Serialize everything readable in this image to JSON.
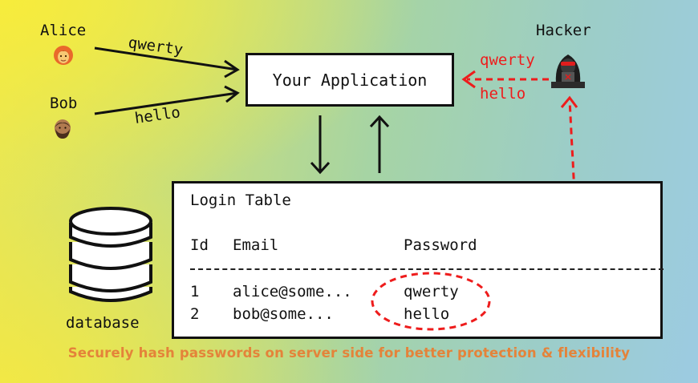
{
  "users": [
    {
      "name": "Alice",
      "password": "qwerty",
      "avatar_icon": "woman-face-icon"
    },
    {
      "name": "Bob",
      "password": "hello",
      "avatar_icon": "bearded-man-face-icon"
    }
  ],
  "hacker": {
    "name": "Hacker",
    "icon": "hooded-hacker-laptop-icon",
    "stolen_passwords": [
      "qwerty",
      "hello"
    ]
  },
  "application": {
    "label": "Your Application"
  },
  "login_table": {
    "title": "Login Table",
    "columns": [
      "Id",
      "Email",
      "Password"
    ],
    "divider": "------------------------------------------------",
    "rows": [
      {
        "id": "1",
        "email": "alice@some...",
        "password": "qwerty"
      },
      {
        "id": "2",
        "email": "bob@some...",
        "password": "hello"
      }
    ]
  },
  "database": {
    "label": "database",
    "icon": "database-cylinder-icon"
  },
  "footer": "Securely hash passwords on server side for better protection & flexibility",
  "colors": {
    "attack": "#ee1c1c",
    "footer_text": "#e4833a",
    "box_border": "#111111",
    "background_left": "#f4ea42",
    "background_right": "#9ccbe2"
  }
}
